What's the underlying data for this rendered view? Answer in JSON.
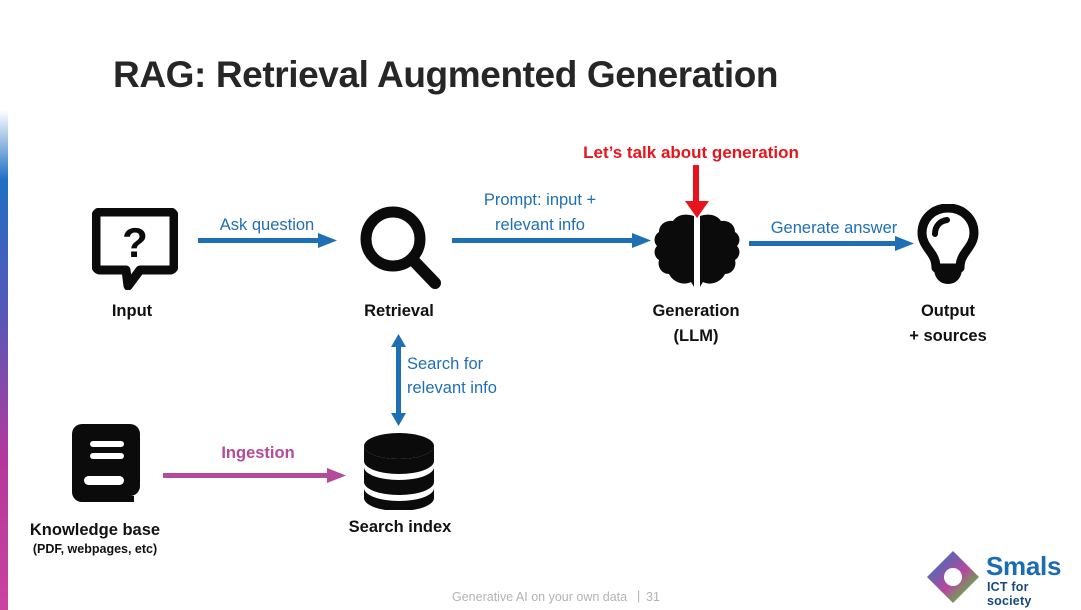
{
  "slide": {
    "title": "RAG: Retrieval Augmented Generation",
    "accent_top_color": "#1f6fc4",
    "accent_bottom_color": "#c9439f"
  },
  "annotation": {
    "text": "Let’s talk about generation",
    "color": "#e8141b",
    "arrow_name": "red-down-arrow"
  },
  "nodes": {
    "input": {
      "label": "Input",
      "icon": "question-speech-bubble-icon"
    },
    "retrieval": {
      "label": "Retrieval",
      "icon": "magnifying-glass-icon"
    },
    "generation": {
      "label": "Generation",
      "sublabel": "(LLM)",
      "icon": "brain-icon"
    },
    "output": {
      "label": "Output",
      "sublabel": "+ sources",
      "icon": "lightbulb-icon"
    },
    "knowledge_base": {
      "label": "Knowledge base",
      "sublabel": "(PDF, webpages, etc)",
      "icon": "book-icon"
    },
    "search_index": {
      "label": "Search index",
      "icon": "database-cylinder-icon"
    }
  },
  "flows": {
    "ask_question": {
      "label": "Ask question",
      "color": "#1f6fb5"
    },
    "prompt": {
      "label_line1": "Prompt: input +",
      "label_line2": "relevant info",
      "color": "#1f6fb5"
    },
    "generate_answer": {
      "label": "Generate answer",
      "color": "#1f6fb5"
    },
    "search_relevant": {
      "label_line1": "Search for",
      "label_line2": "relevant info",
      "color": "#1f6fb5"
    },
    "ingestion": {
      "label": "Ingestion",
      "color": "#b44a9a"
    }
  },
  "footer": {
    "text": "Generative AI on your own data",
    "separator": "|",
    "page": "31",
    "color": "#b3b3b3"
  },
  "logo": {
    "name": "Smals",
    "tagline": "ICT for society",
    "brand_color": "#1b6cb3"
  }
}
